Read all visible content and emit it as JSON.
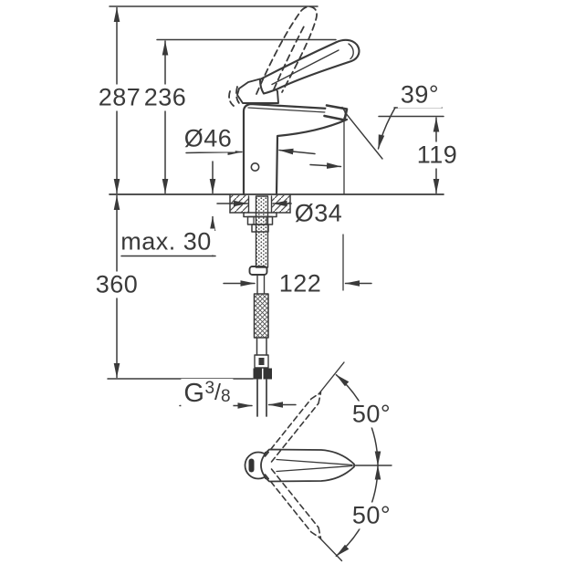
{
  "diagram": {
    "type": "technical-dimension-drawing",
    "subject": "single-lever basin mixer tap with long ergonomic lever, side view and plan view",
    "colors": {
      "line": "#3a3a3a",
      "background": "#ffffff"
    },
    "dimensions": {
      "overall_height": "287",
      "lever_height": "236",
      "body_diameter": "Ø46",
      "spout_angle": "39°",
      "spout_outlet_height": "119",
      "shank_diameter": "Ø34",
      "max_mounting_thickness": "max. 30",
      "supply_hose_length": "360",
      "spout_reach": "122",
      "thread": {
        "prefix": "G",
        "numerator": "3",
        "slash": "/",
        "denominator": "8"
      },
      "lever_swing_up": "50°",
      "lever_swing_down": "50°"
    }
  }
}
